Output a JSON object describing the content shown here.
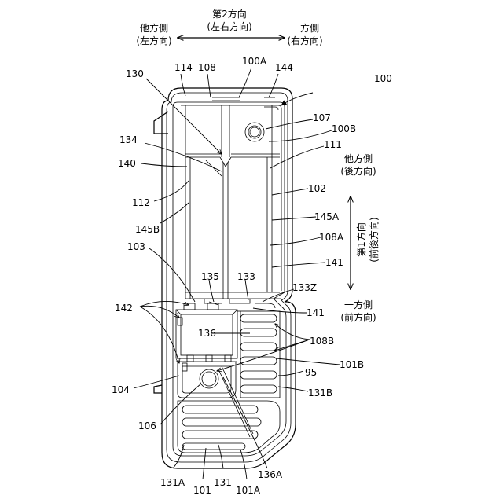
{
  "direction_labels": {
    "second_direction": "第2方向",
    "second_direction_sub": "(左右方向)",
    "other_side_left": "他方側",
    "other_side_left_sub": "(左方向)",
    "one_side_right": "一方側",
    "one_side_right_sub": "(右方向)",
    "other_side_rear": "他方側",
    "other_side_rear_sub": "(後方向)",
    "first_direction": "第1方向",
    "first_direction_sub": "(前後方向)",
    "one_side_front": "一方側",
    "one_side_front_sub": "(前方向)"
  },
  "reference_numerals": {
    "r100": "100",
    "r100A": "100A",
    "r100B": "100B",
    "r101": "101",
    "r101A": "101A",
    "r101B": "101B",
    "r102": "102",
    "r103": "103",
    "r104": "104",
    "r106": "106",
    "r107": "107",
    "r108": "108",
    "r108A": "108A",
    "r108B": "108B",
    "r111": "111",
    "r112": "112",
    "r114": "114",
    "r130": "130",
    "r131": "131",
    "r131A": "131A",
    "r131B": "131B",
    "r133": "133",
    "r133Z": "133Z",
    "r134": "134",
    "r135": "135",
    "r136": "136",
    "r136A": "136A",
    "r140": "140",
    "r141a": "141",
    "r141b": "141",
    "r142": "142",
    "r144": "144",
    "r145A": "145A",
    "r145B": "145B",
    "r95": "95"
  }
}
